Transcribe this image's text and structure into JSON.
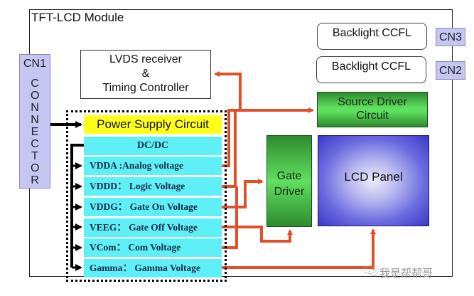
{
  "module": {
    "title": "TFT-LCD Module"
  },
  "connectors": {
    "cn1": {
      "label": "CN1",
      "text": "CONNECTOR"
    },
    "cn2": {
      "label": "CN2"
    },
    "cn3": {
      "label": "CN3"
    }
  },
  "lvds": {
    "line1": "LVDS receiver",
    "line2": "&",
    "line3": "Timing Controller"
  },
  "power_supply": {
    "title": "Power Supply Circuit",
    "dcdc": "DC/DC",
    "rails": [
      {
        "name": "VDDA",
        "label": "VDDA  :Analog voltage"
      },
      {
        "name": "VDDD",
        "label": "VDDD： Logic Voltage"
      },
      {
        "name": "VDDG",
        "label": "VDDG： Gate On Voltage"
      },
      {
        "name": "VEEG",
        "label": "VEEG： Gate Off Voltage"
      },
      {
        "name": "VCom",
        "label": "VCom： Com Voltage"
      },
      {
        "name": "Gamma",
        "label": "Gamma： Gamma  Voltage"
      }
    ]
  },
  "backlights": [
    {
      "label": "Backlight CCFL"
    },
    {
      "label": "Backlight CCFL"
    }
  ],
  "source_driver": {
    "line1": "Source Driver",
    "line2": "Circuit"
  },
  "gate_driver": {
    "line1": "Gate",
    "line2": "Driver"
  },
  "lcd_panel": {
    "label": "LCD Panel"
  },
  "watermark": {
    "text": "我是帮帮哥",
    "icon": "wechat-icon"
  },
  "colors": {
    "wire": "#e2502a",
    "psu": "#ffff1e",
    "rail": "#5ff0f7",
    "connector": "#c6c6f2"
  }
}
